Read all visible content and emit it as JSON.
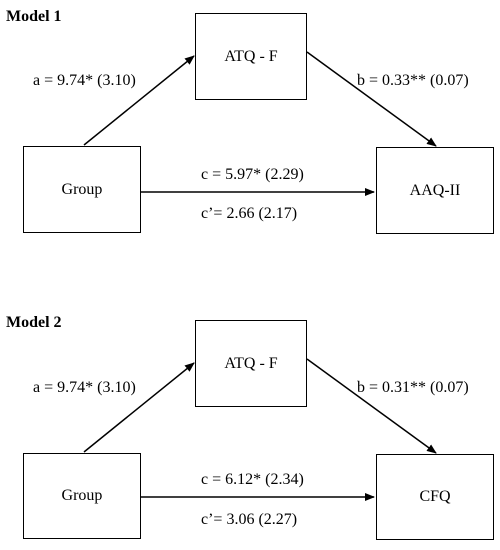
{
  "models": [
    {
      "title": "Model 1",
      "nodes": {
        "mediator": "ATQ - F",
        "predictor": "Group",
        "outcome": "AAQ-II"
      },
      "paths": {
        "a": "a = 9.74* (3.10)",
        "b": "b = 0.33** (0.07)",
        "c": "c = 5.97* (2.29)",
        "c_prime": "c’= 2.66 (2.17)"
      }
    },
    {
      "title": "Model 2",
      "nodes": {
        "mediator": "ATQ - F",
        "predictor": "Group",
        "outcome": "CFQ"
      },
      "paths": {
        "a": "a = 9.74* (3.10)",
        "b": "b = 0.31** (0.07)",
        "c": "c = 6.12* (2.34)",
        "c_prime": "c’= 3.06 (2.27)"
      }
    }
  ],
  "colors": {
    "line": "#000000",
    "background": "#ffffff"
  }
}
